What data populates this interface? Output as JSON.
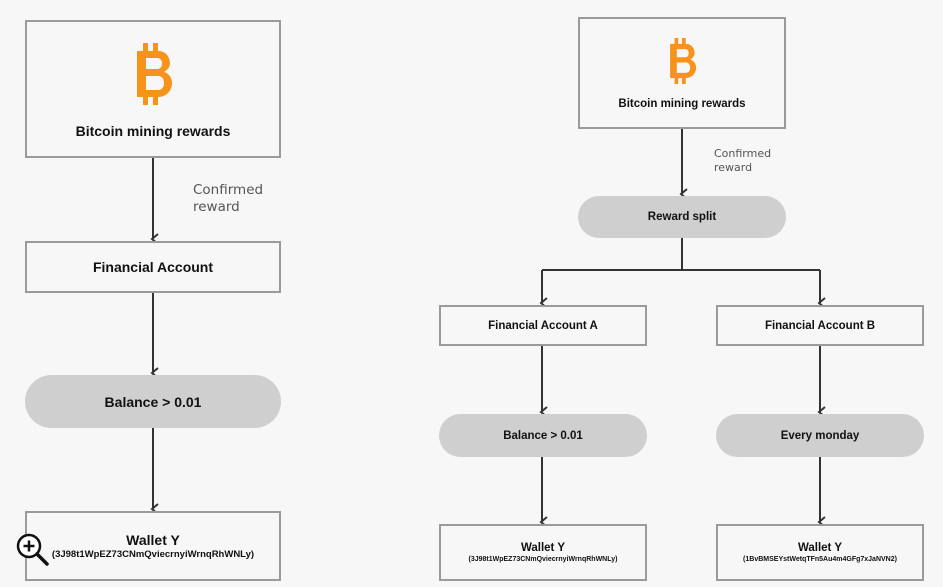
{
  "left": {
    "source": {
      "title": "Bitcoin mining rewards",
      "icon": "bitcoin-icon"
    },
    "edge_label": "Confirmed\nreward",
    "account": "Financial Account",
    "condition": "Balance > 0.01",
    "wallet": {
      "title": "Wallet Y",
      "address": "(3J98t1WpEZ73CNmQviecrnyiWrnqRhWNLy)"
    }
  },
  "right": {
    "source": {
      "title": "Bitcoin mining rewards",
      "icon": "bitcoin-icon"
    },
    "edge_label": "Confirmed\nreward",
    "split": "Reward split",
    "branch_a": {
      "account": "Financial Account A",
      "condition": "Balance > 0.01",
      "wallet": {
        "title": "Wallet Y",
        "address": "(3J98t1WpEZ73CNmQviecrnyiWrnqRhWNLy)"
      }
    },
    "branch_b": {
      "account": "Financial Account B",
      "condition": "Every monday",
      "wallet": {
        "title": "Wallet Y",
        "address": "(1BvBMSEYstWetqTFn5Au4m4GFg7xJaNVN2)"
      }
    }
  },
  "colors": {
    "bitcoin": "#f7931a",
    "pill": "#cfcfcf",
    "border": "#9a9a9a"
  },
  "zoom_icon": "zoom-in-icon"
}
